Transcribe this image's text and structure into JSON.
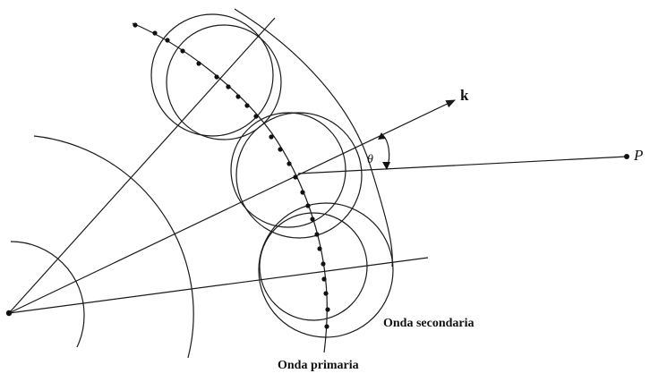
{
  "labels": {
    "k": "k",
    "P": "P",
    "theta": "θ",
    "secondary": "Onda secondaria",
    "primary": "Onda primaria"
  }
}
